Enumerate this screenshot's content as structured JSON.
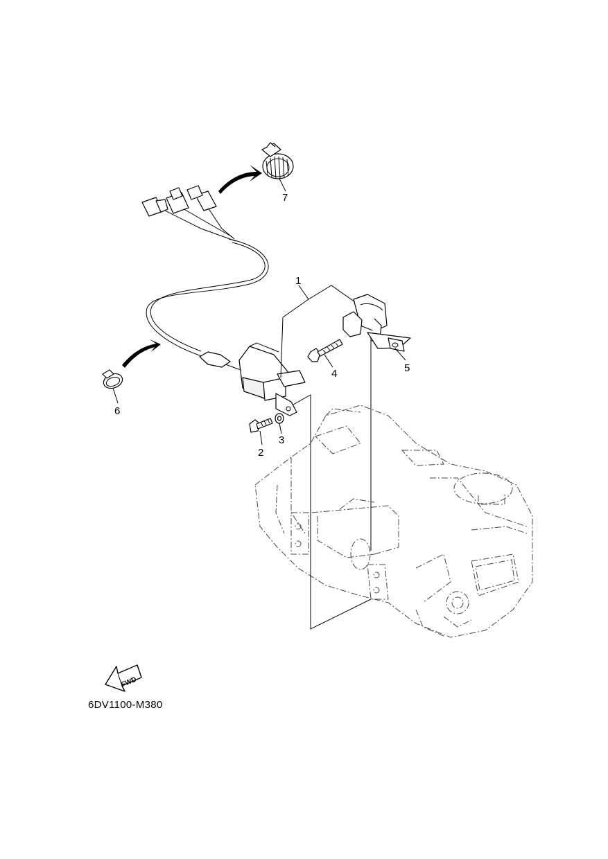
{
  "diagram": {
    "callouts": [
      {
        "id": "1",
        "label": "1"
      },
      {
        "id": "2",
        "label": "2"
      },
      {
        "id": "3",
        "label": "3"
      },
      {
        "id": "4",
        "label": "4"
      },
      {
        "id": "5",
        "label": "5"
      },
      {
        "id": "6",
        "label": "6"
      },
      {
        "id": "7",
        "label": "7"
      }
    ],
    "fwd_label": "FWD",
    "drawing_code": "6DV1100-M380"
  }
}
